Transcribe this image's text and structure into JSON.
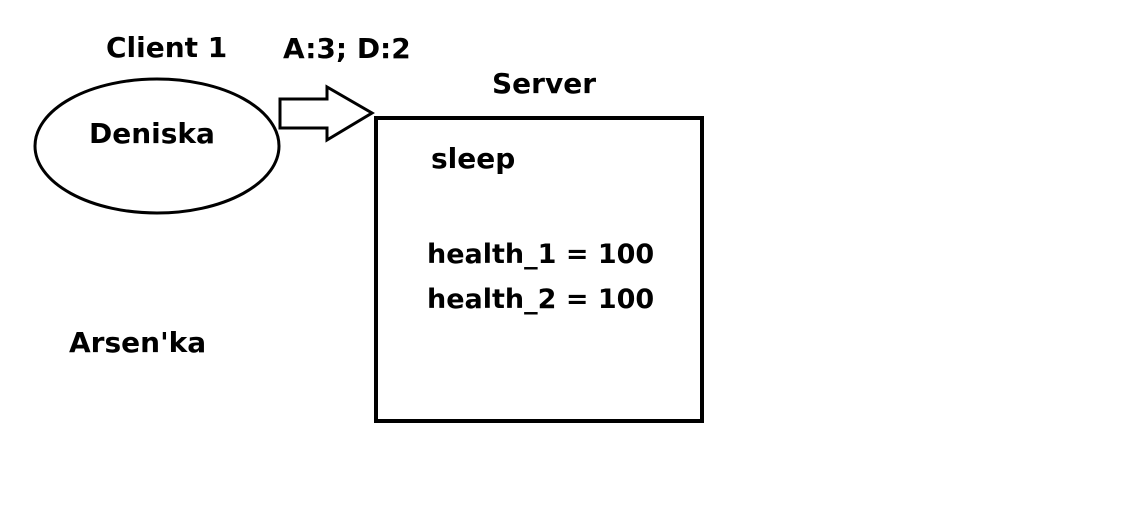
{
  "diagram": {
    "client_heading": "Client 1",
    "message_label": "A:3; D:2",
    "server_heading": "Server",
    "client_1_name": "Deniska",
    "client_2_name": "Arsen'ka",
    "server_state": "sleep",
    "server_values": [
      "health_1 = 100",
      "health_2 = 100"
    ]
  },
  "colors": {
    "stroke": "#000000",
    "fill": "#ffffff",
    "text": "#000000"
  }
}
